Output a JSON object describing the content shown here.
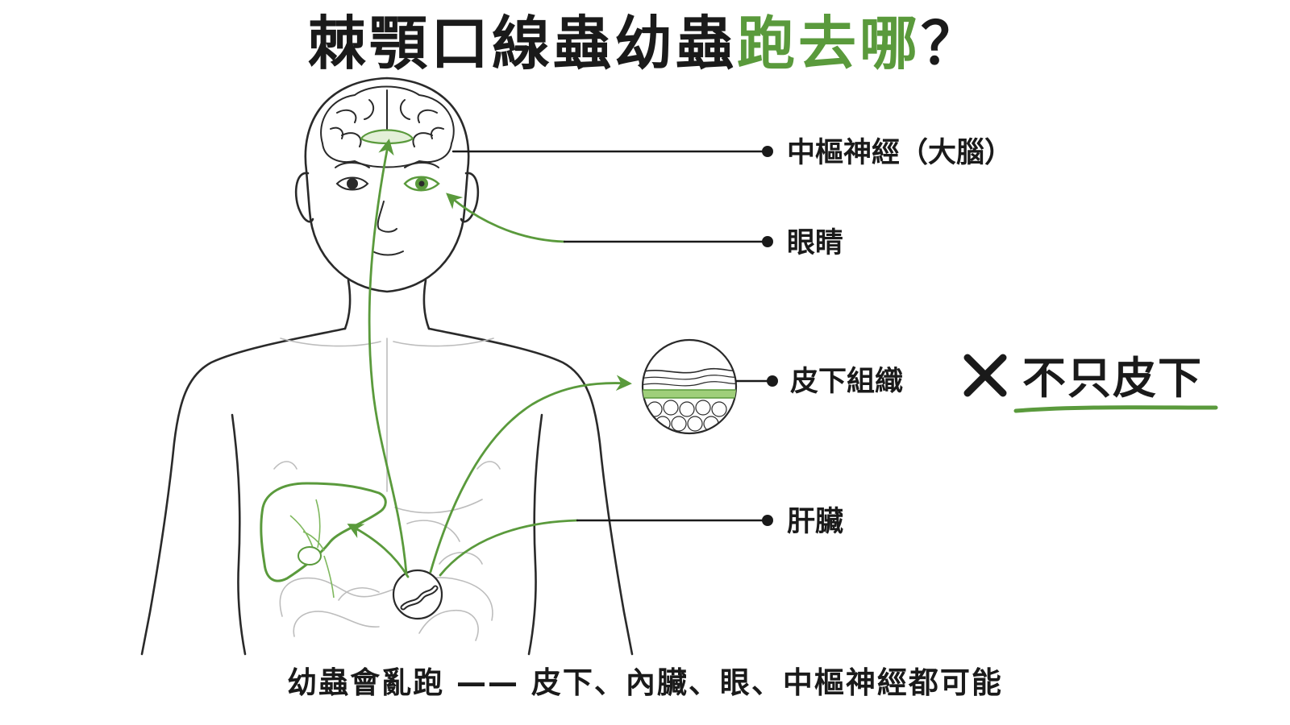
{
  "title": {
    "prefix": "棘顎口線蟲幼蟲",
    "accent": "跑去哪",
    "suffix": "？"
  },
  "labels": {
    "brain": "中樞神經（大腦）",
    "eye": "眼睛",
    "subcutaneous": "皮下組織",
    "liver": "肝臟"
  },
  "note": {
    "text": "不只皮下"
  },
  "caption": "幼蟲會亂跑 —— 皮下、內臟、眼、中樞神經都可能",
  "colors": {
    "accent": "#5a9a3c",
    "line": "#1a1a1a",
    "body_outline": "#2a2a2a",
    "light_outline": "#bdbdbd"
  }
}
